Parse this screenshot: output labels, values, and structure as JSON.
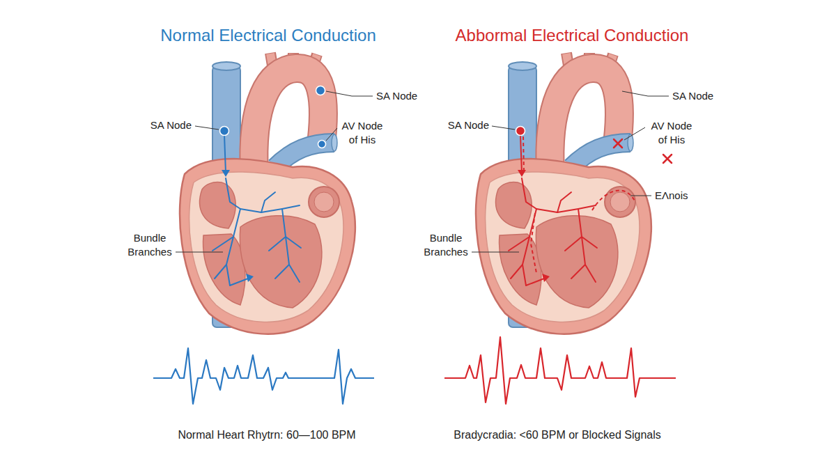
{
  "diagram": {
    "labels": [
      "Normal Electrical Conduction",
      "Abbormal Electrical Conduction",
      "SA Node",
      "SA Node",
      "SA Node",
      "AV Node of His",
      "SA Node",
      "AV Node of His",
      "EΛnois",
      "Bundle Branches",
      "Bundle Branches",
      "Normal Heart Rhytrn: 60—100 BPM",
      "Bradycradia: <60 BPM or Blocked Signals"
    ]
  }
}
